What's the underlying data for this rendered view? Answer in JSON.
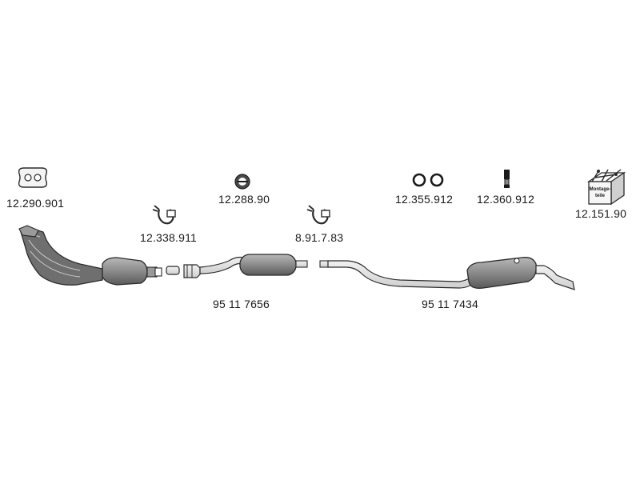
{
  "parts": {
    "gasket_flange": {
      "number": "12.290.901",
      "icon": "flange-gasket-icon"
    },
    "clamp_front": {
      "number": "12.338.911",
      "icon": "pipe-clamp-icon"
    },
    "gasket_ring": {
      "number": "12.288.90",
      "icon": "ring-gasket-icon"
    },
    "clamp_middle": {
      "number": "8.91.7.83",
      "icon": "pipe-clamp-icon"
    },
    "rubber_rings": {
      "number": "12.355.912",
      "icon": "rubber-ring-pair-icon"
    },
    "rubber_hanger": {
      "number": "12.360.912",
      "icon": "rubber-hanger-icon"
    },
    "mounting_kit": {
      "number": "12.151.90",
      "icon": "mounting-kit-box-icon",
      "box_text_line1": "Montage-",
      "box_text_line2": "teile"
    },
    "front_pipe_center_silencer": {
      "number": "95 11 7656"
    },
    "rear_pipe_rear_silencer": {
      "number": "95 11 7434"
    }
  },
  "colors": {
    "part_fill": "#8c8c8c",
    "part_stroke": "#2b2b2b",
    "light_fill": "#e6e6e6"
  }
}
